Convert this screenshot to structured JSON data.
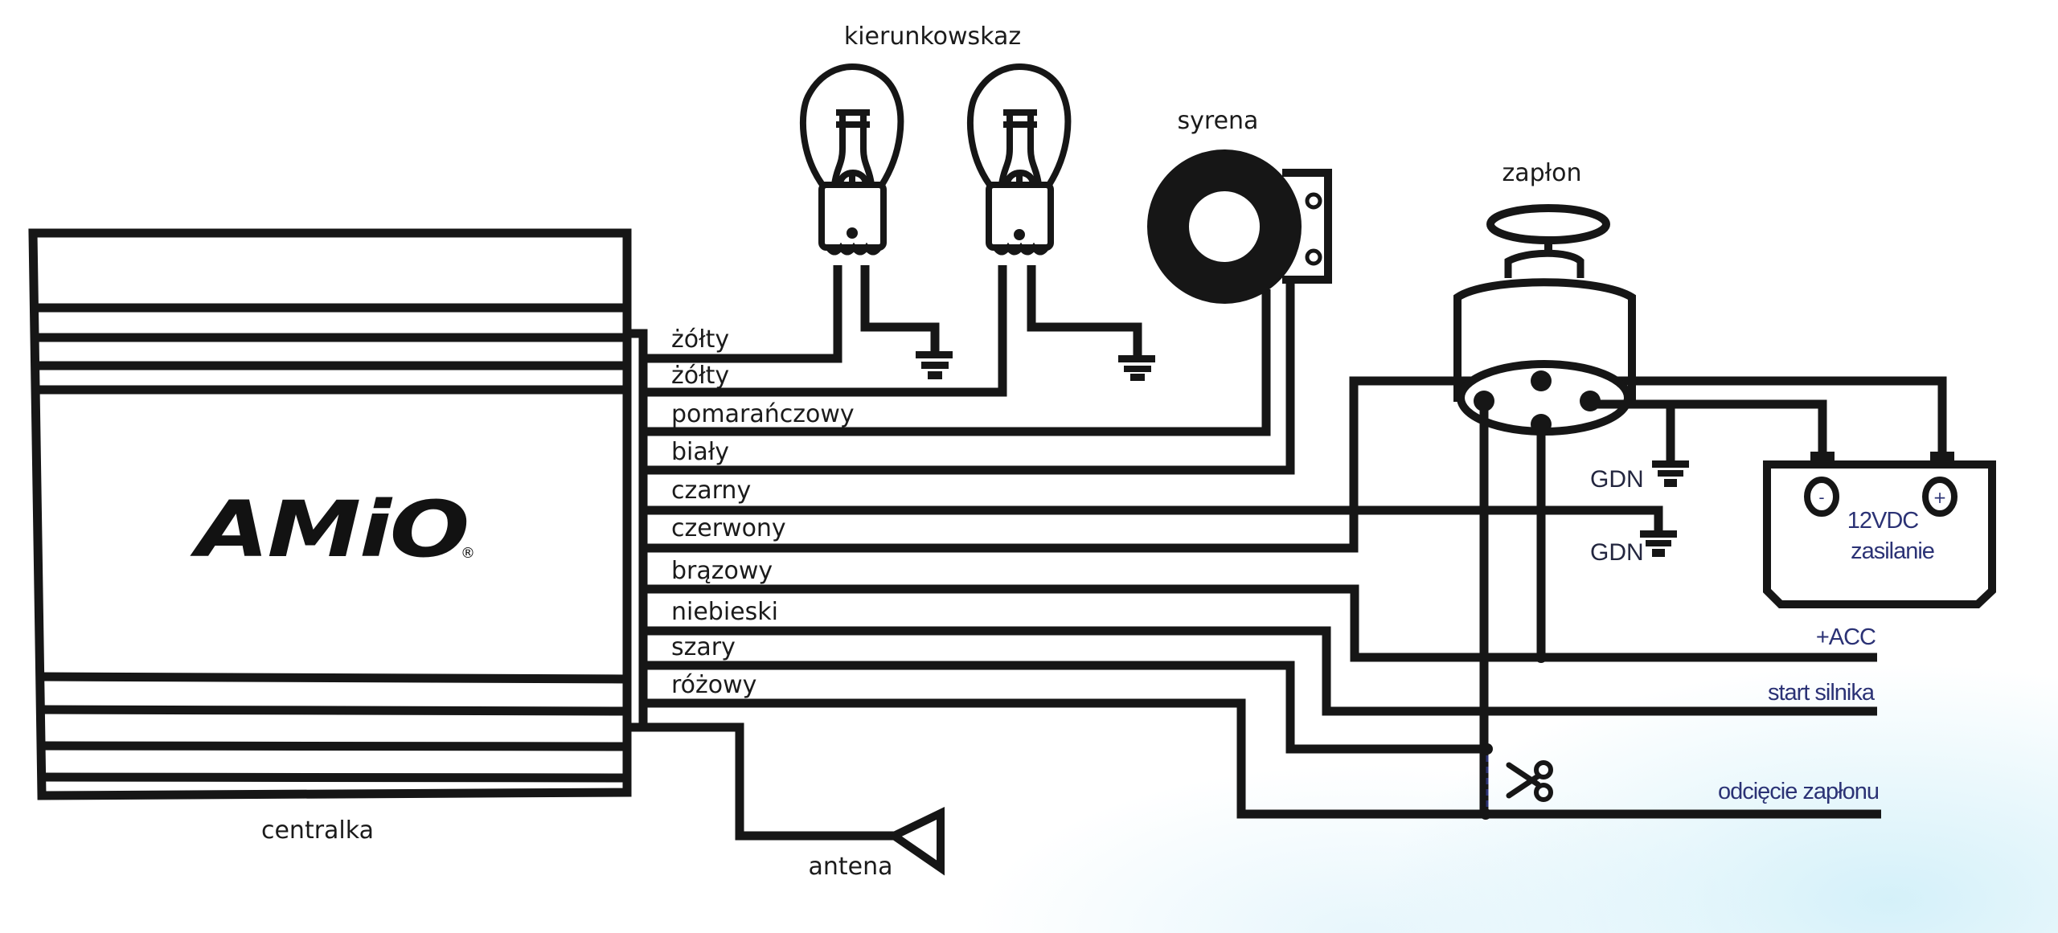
{
  "diagram": {
    "title": "Schemat podłączenia alarmu samochodowego",
    "control_unit": {
      "label": "centralka",
      "brand_logo": "AMiO",
      "registered_mark": "®"
    },
    "components": {
      "turn_signals": {
        "label": "kierunkowskaz",
        "count": 2
      },
      "siren": {
        "label": "syrena"
      },
      "ignition": {
        "label": "zapłon"
      },
      "antenna": {
        "label": "antena"
      },
      "battery": {
        "line1": "12VDC",
        "line2": "zasilanie",
        "neg_symbol": "-",
        "pos_symbol": "+"
      },
      "ground_labels": [
        "GDN",
        "GDN"
      ]
    },
    "wires": [
      {
        "label": "żółty",
        "connects_to": "kierunkowskaz 1"
      },
      {
        "label": "żółty",
        "connects_to": "kierunkowskaz 2"
      },
      {
        "label": "pomarańczowy",
        "connects_to": "syrena"
      },
      {
        "label": "biały",
        "connects_to": "syrena"
      },
      {
        "label": "czarny",
        "connects_to": "GDN"
      },
      {
        "label": "czerwony",
        "connects_to": "zapłon / 12VDC"
      },
      {
        "label": "brązowy",
        "connects_to": "+ACC"
      },
      {
        "label": "niebieski",
        "connects_to": "start silnika"
      },
      {
        "label": "szary",
        "connects_to": "odcięcie zapłonu"
      },
      {
        "label": "różowy",
        "connects_to": "odcięcie zapłonu"
      }
    ],
    "outputs": {
      "acc": "+ACC",
      "engine_start": "start silnika",
      "ignition_cut": "odcięcie zapłonu"
    },
    "icons": {
      "cut": "scissors-icon",
      "ground": "ground-icon",
      "bulb": "bulb-icon",
      "siren": "siren-icon",
      "ignition": "ignition-switch-icon",
      "antenna": "antenna-icon",
      "battery": "battery-icon"
    },
    "colors": {
      "line": "#161616",
      "blue_text": "#2b3275",
      "background_tint": "#d2eef8"
    }
  }
}
